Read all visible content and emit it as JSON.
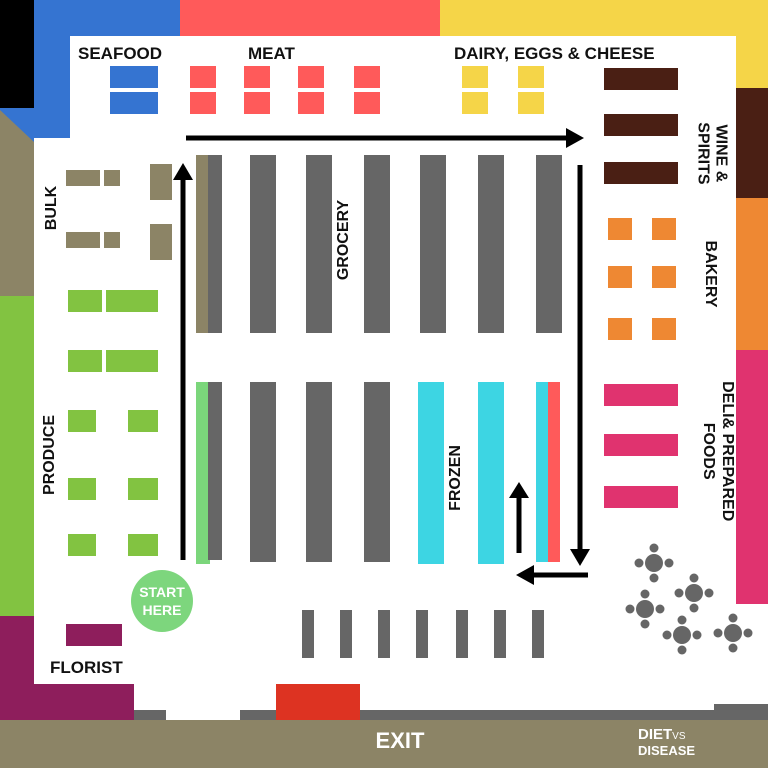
{
  "labels": {
    "seafood": "SEAFOOD",
    "meat": "MEAT",
    "dairy": "DAIRY, EGGS & CHEESE",
    "wine": "WINE & SPIRITS",
    "bakery": "BAKERY",
    "deli": "DELI& PREPARED FOODS",
    "bulk": "BULK",
    "produce": "PRODUCE",
    "grocery": "GROCERY",
    "frozen": "FROZEN",
    "florist": "FLORIST",
    "exit": "EXIT"
  },
  "start": {
    "line1": "START",
    "line2": "HERE"
  },
  "brand": {
    "part1": "DIET",
    "part2": "VS",
    "part3": "DISEASE"
  },
  "colors": {
    "seafood": "#3574d1",
    "meat": "#ff5a5a",
    "dairy": "#f5d548",
    "wine": "#4a1f14",
    "bakery": "#ee8833",
    "deli": "#e0336f",
    "bulk": "#8c8466",
    "produce": "#82c341",
    "grocery": "#666666",
    "frozen": "#3dd5e3",
    "florist": "#8e1e5c",
    "floor": "#8c8466",
    "start": "#7dd67d",
    "exit_door": "#dd3322"
  }
}
